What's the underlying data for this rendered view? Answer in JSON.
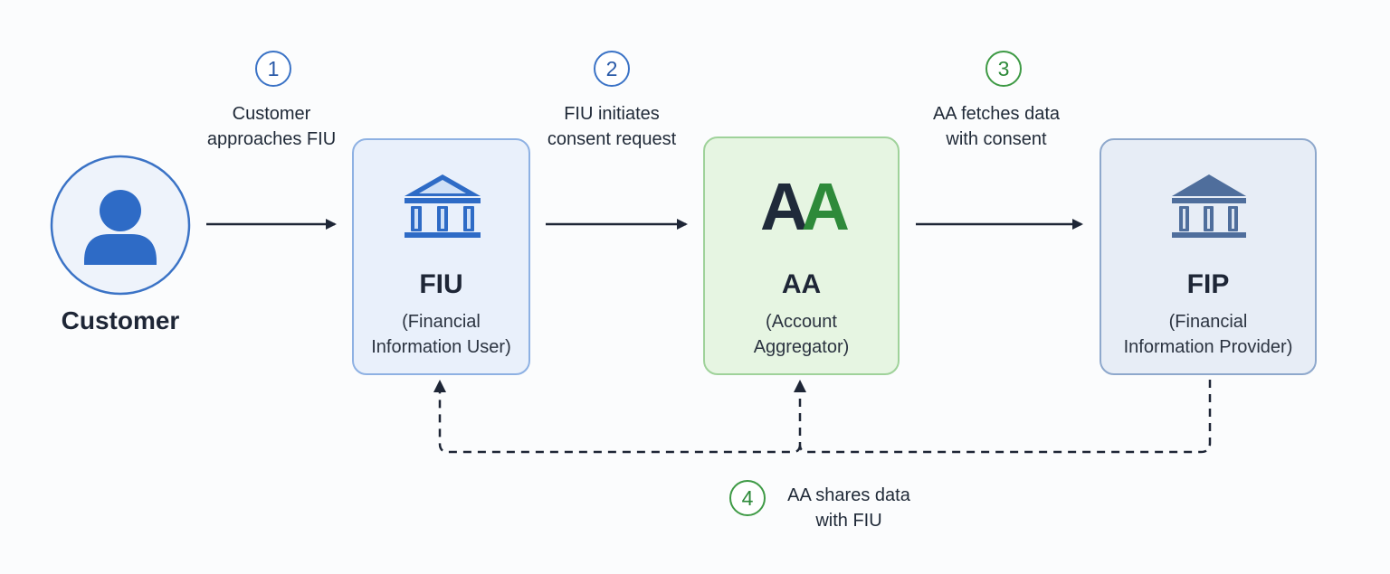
{
  "customer": {
    "label": "Customer"
  },
  "nodes": {
    "fiu": {
      "title": "FIU",
      "subtitle_line1": "(Financial",
      "subtitle_line2": "Information User)"
    },
    "aa": {
      "title": "AA",
      "subtitle_line1": "(Account",
      "subtitle_line2": "Aggregator)",
      "logo_text": "AA"
    },
    "fip": {
      "title": "FIP",
      "subtitle_line1": "(Financial",
      "subtitle_line2": "Information Provider)"
    }
  },
  "steps": [
    {
      "number": "1",
      "line1": "Customer",
      "line2": "approaches FIU"
    },
    {
      "number": "2",
      "line1": "FIU initiates",
      "line2": "consent request"
    },
    {
      "number": "3",
      "line1": "AA fetches data",
      "line2": "with consent"
    },
    {
      "number": "4",
      "line1": "AA shares data",
      "line2": "with FIU"
    }
  ],
  "colors": {
    "blue_accent": "#3b73c6",
    "green_accent": "#3e9a45",
    "arrow": "#1e2636"
  }
}
